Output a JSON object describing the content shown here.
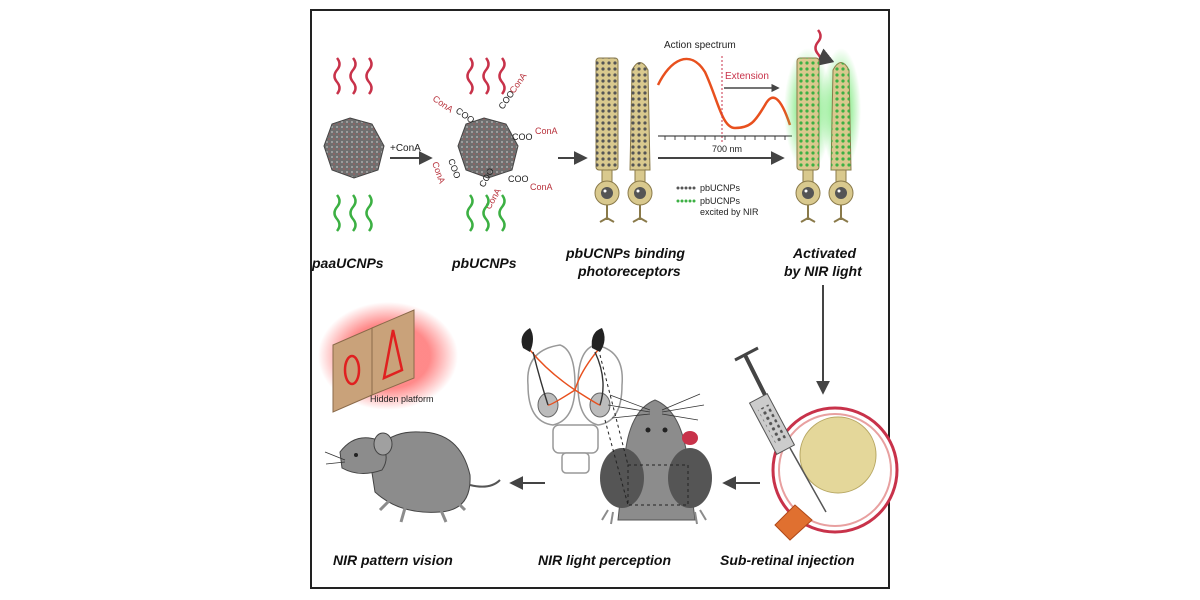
{
  "stages": {
    "paaucnps": "paaUCNPs",
    "pbucnps": "pbUCNPs",
    "binding_line1": "pbUCNPs binding",
    "binding_line2": "photoreceptors",
    "activated_line1": "Activated",
    "activated_line2": "by NIR light",
    "injection": "Sub-retinal injection",
    "perception": "NIR light perception",
    "pattern": "NIR pattern vision"
  },
  "labels": {
    "plus_cona": "+ConA",
    "action_spectrum": "Action spectrum",
    "extension": "Extension",
    "wavelength": "700 nm",
    "legend_pbucnps": "pbUCNPs",
    "legend_excited_line1": "pbUCNPs",
    "legend_excited_line2": "excited by NIR",
    "hidden_platform": "Hidden platform",
    "cona": "ConA",
    "coo": "COO"
  },
  "colors": {
    "frame": "#222222",
    "nir_red": "#c8324a",
    "emission_green": "#3cb043",
    "cell_tan": "#d9c98e",
    "spectrum_orange": "#e8501e",
    "mouse_gray": "#8c8c8c",
    "arrow_dark": "#444444"
  }
}
